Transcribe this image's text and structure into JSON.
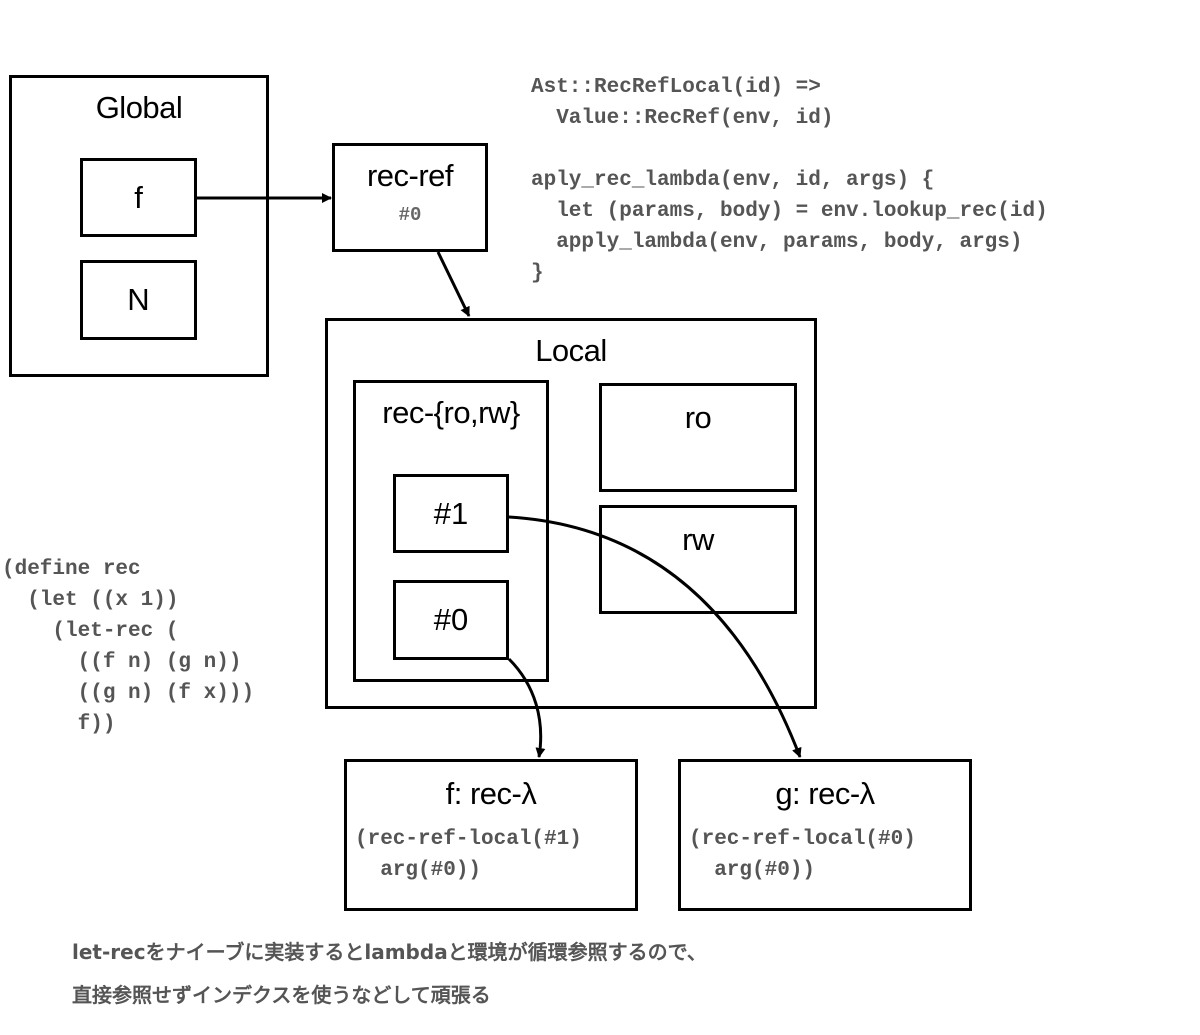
{
  "global": {
    "title": "Global",
    "items": [
      "f",
      "N"
    ]
  },
  "rec_ref": {
    "title": "rec-ref",
    "index": "#0"
  },
  "local": {
    "title": "Local",
    "rec_group": {
      "title": "rec-{ro,rw}",
      "slots": [
        "#1",
        "#0"
      ]
    },
    "ro": "ro",
    "rw": "rw"
  },
  "lambdas": [
    {
      "title": "f: rec-λ",
      "code": "(rec-ref-local(#1)\n  arg(#0))"
    },
    {
      "title": "g: rec-λ",
      "code": "(rec-ref-local(#0)\n  arg(#0))"
    }
  ],
  "rust_code": "Ast::RecRefLocal(id) =>\n  Value::RecRef(env, id)\n\naply_rec_lambda(env, id, args) {\n  let (params, body) = env.lookup_rec(id)\n  apply_lambda(env, params, body, args)\n}",
  "scheme_code": "(define rec\n  (let ((x 1))\n    (let-rec (\n      ((f n) (g n))\n      ((g n) (f x)))\n      f))",
  "note": {
    "line1": "let-recをナイーブに実装するとlambdaと環境が循環参照するので、",
    "line2": "直接参照せずインデクスを使うなどして頑張る"
  },
  "arrows": [
    {
      "from": "global.f",
      "to": "rec_ref"
    },
    {
      "from": "rec_ref",
      "to": "local"
    },
    {
      "from": "local.rec.#1",
      "to": "lambda.g"
    },
    {
      "from": "local.rec.#0",
      "to": "lambda.f"
    }
  ]
}
